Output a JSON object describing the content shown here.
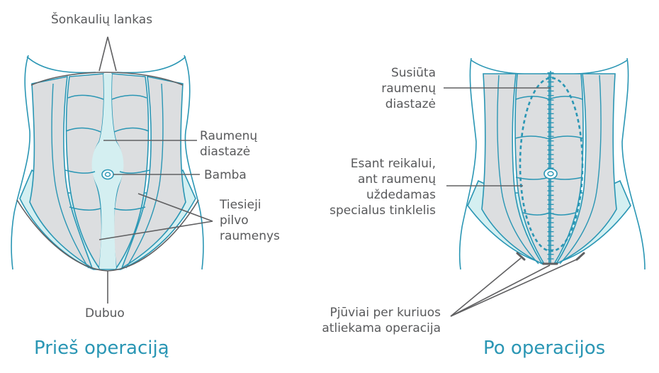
{
  "colors": {
    "outline": "#2a96b4",
    "muscle_fill": "#dcdee0",
    "aqua_fill": "#d4eff1",
    "leader": "#606062",
    "label_text": "#58595b",
    "title_text": "#2a96b4"
  },
  "before": {
    "title": "Prieš operaciją",
    "labels": {
      "rib_arch": "Šonkaulių lankas",
      "diastasis": "Raumenų\ndiastazė",
      "navel": "Bamba",
      "rectus": "Tiesieji\npilvo\nraumenys",
      "pelvis": "Dubuo"
    }
  },
  "after": {
    "title": "Po operacijos",
    "labels": {
      "sutured": "Susiūta\nraumenų\ndiastazė",
      "mesh": "Esant reikalui,\nant raumenų\nuždedamas\nspecialus tinklelis",
      "incisions": "Pjūviai per kuriuos\natliekama operacija"
    }
  }
}
